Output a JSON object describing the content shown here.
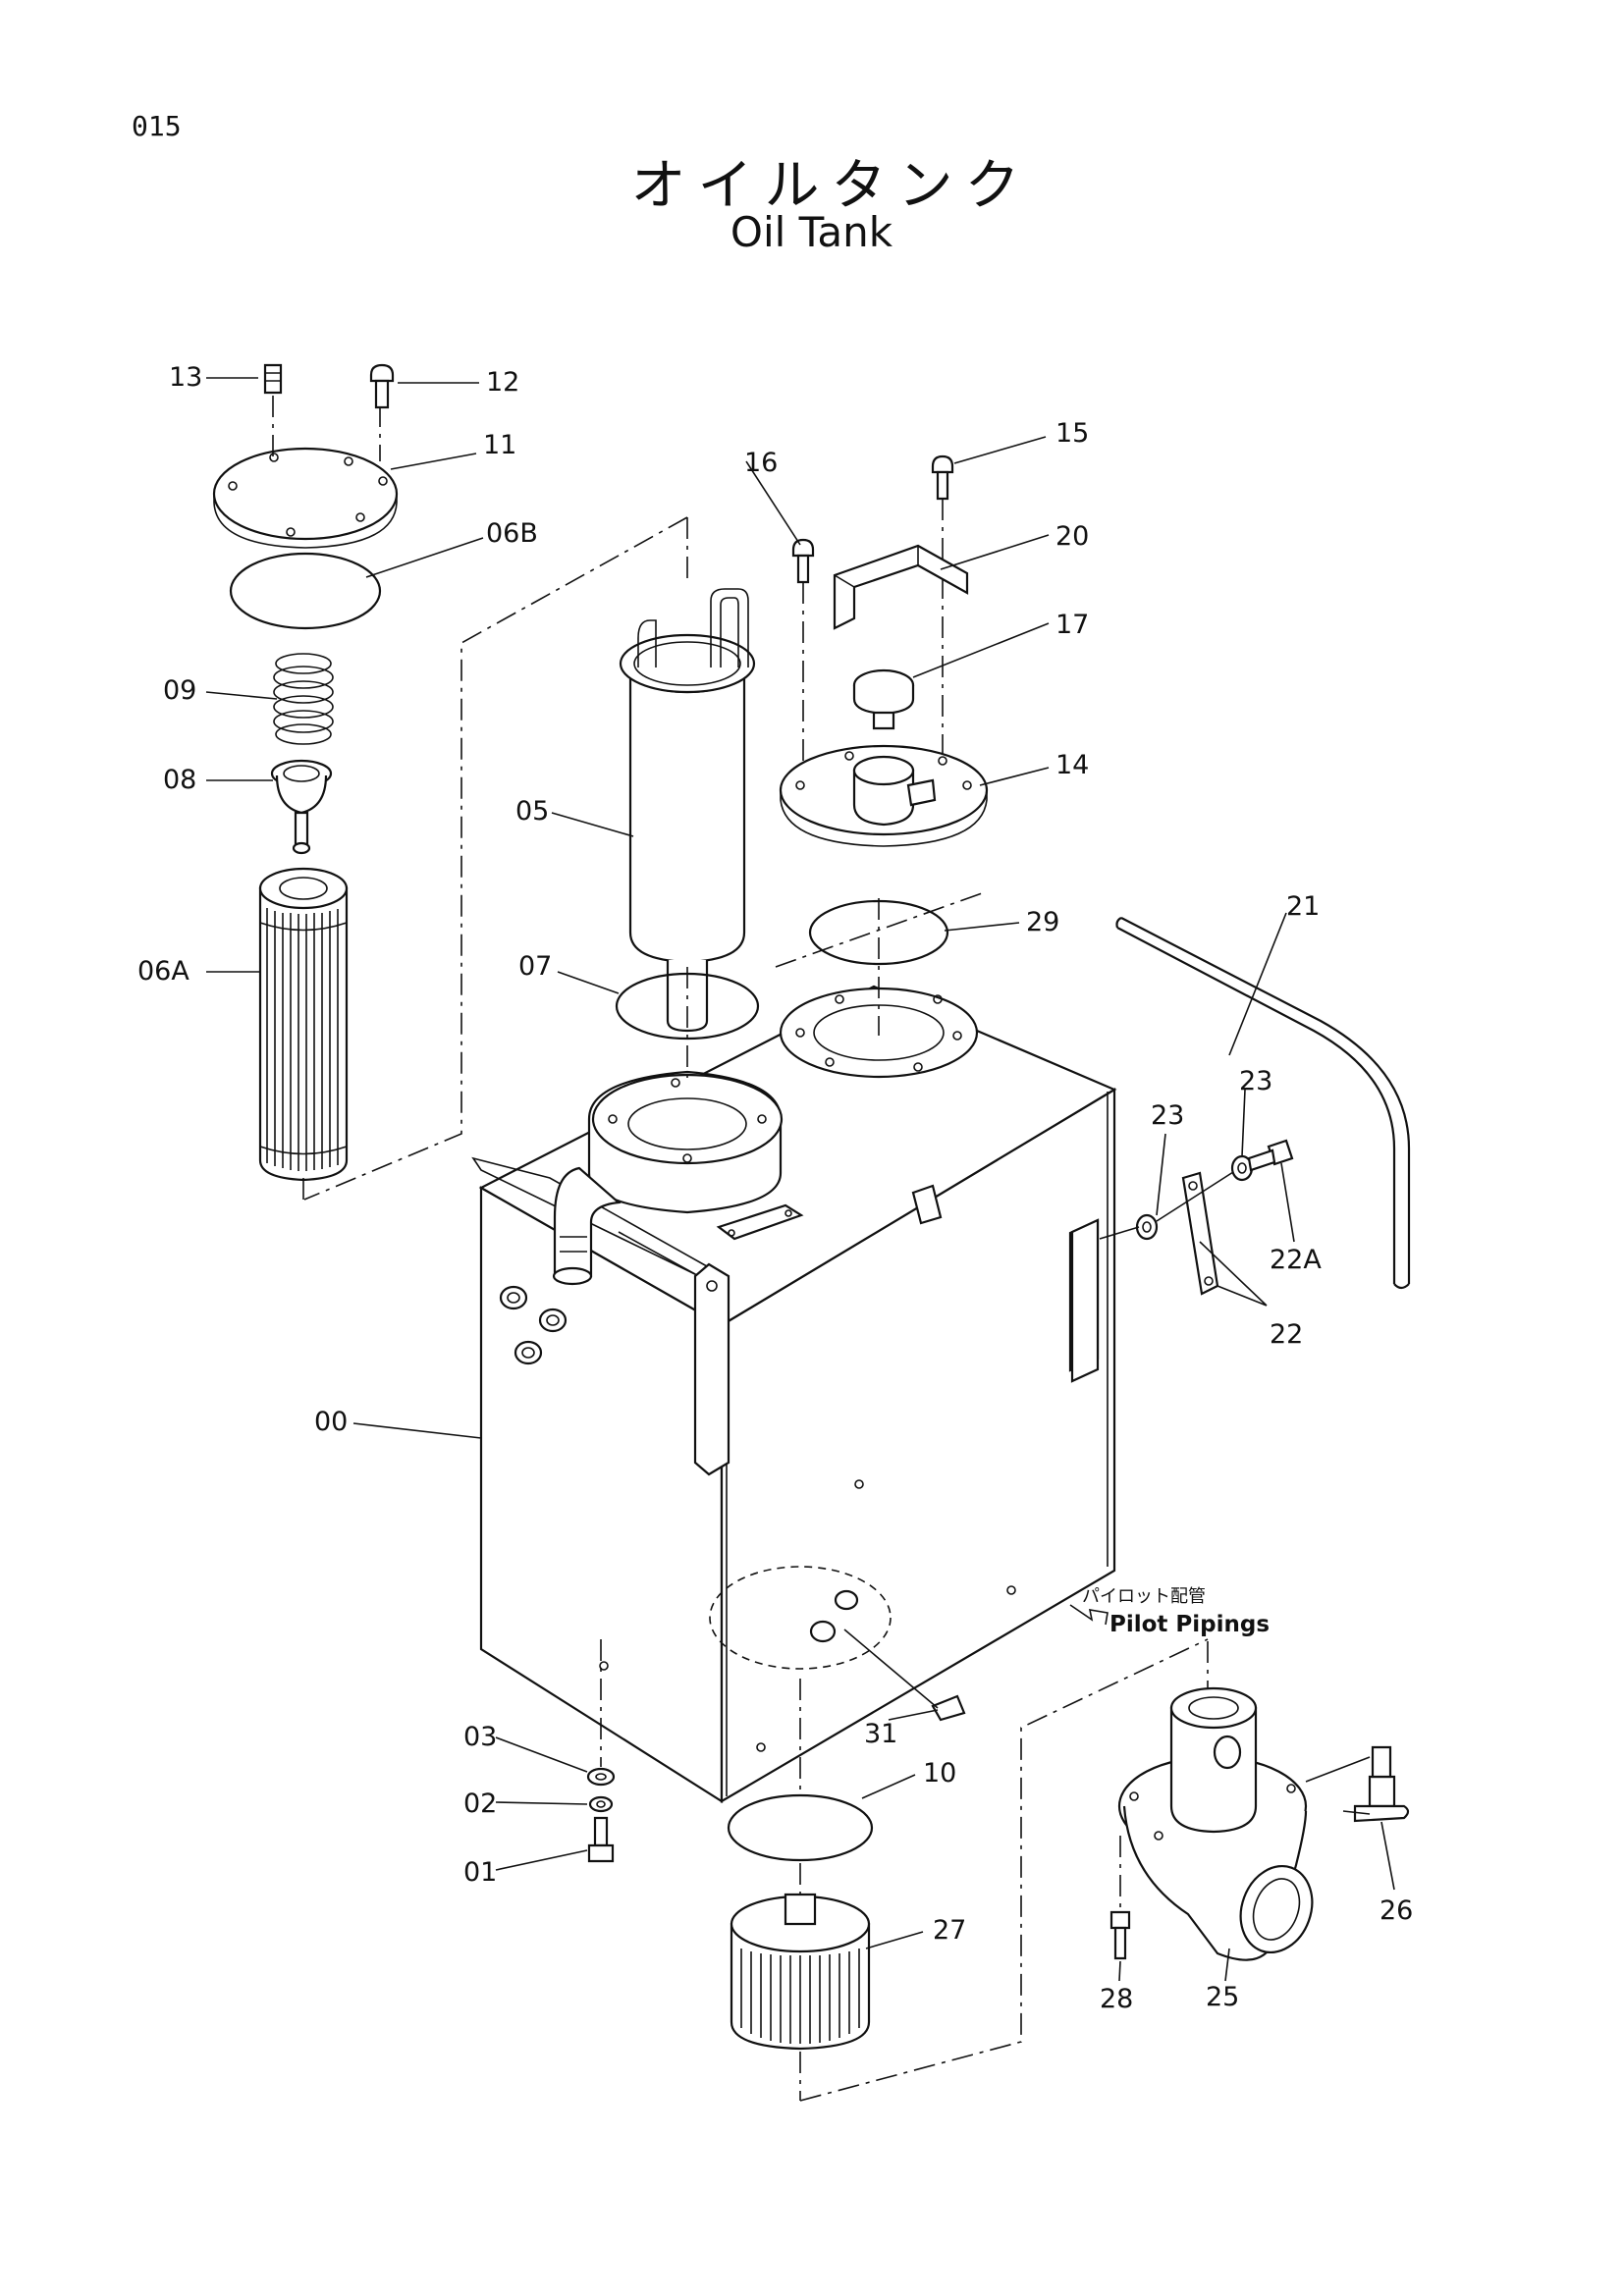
{
  "page_number": "015",
  "title_jp": "オイルタンク",
  "title_en": "Oil Tank",
  "pilot_jp": "パイロット配管",
  "pilot_en": "Pilot Pipings",
  "labels": {
    "p00": "00",
    "p01": "01",
    "p02": "02",
    "p03": "03",
    "p05": "05",
    "p06A": "06A",
    "p06B": "06B",
    "p07": "07",
    "p08": "08",
    "p09": "09",
    "p10": "10",
    "p11": "11",
    "p12": "12",
    "p13": "13",
    "p14": "14",
    "p15": "15",
    "p16": "16",
    "p17": "17",
    "p20": "20",
    "p21": "21",
    "p22": "22",
    "p22A": "22A",
    "p23a": "23",
    "p23b": "23",
    "p25": "25",
    "p26": "26",
    "p27": "27",
    "p28": "28",
    "p29": "29",
    "p31": "31"
  }
}
